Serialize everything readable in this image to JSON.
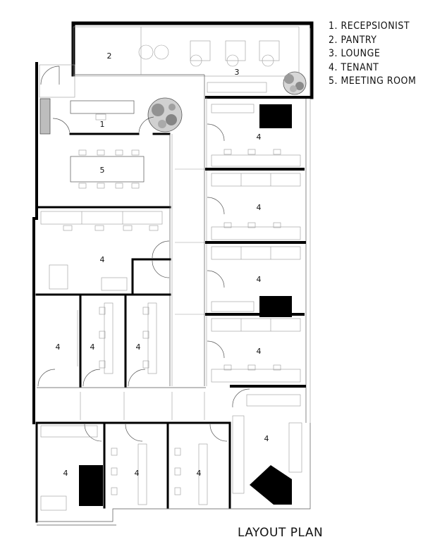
{
  "legend": [
    {
      "number": "1",
      "label": "1. RECEPSIONIST"
    },
    {
      "number": "2",
      "label": "2. PANTRY"
    },
    {
      "number": "3",
      "label": "3. LOUNGE"
    },
    {
      "number": "4",
      "label": "4. TENANT"
    },
    {
      "number": "5",
      "label": "5. MEETING ROOM"
    }
  ],
  "title": "LAYOUT PLAN",
  "room_labels": {
    "receptionist": "1",
    "pantry": "2",
    "lounge": "3",
    "meeting_room": "5",
    "tenant": "4"
  }
}
